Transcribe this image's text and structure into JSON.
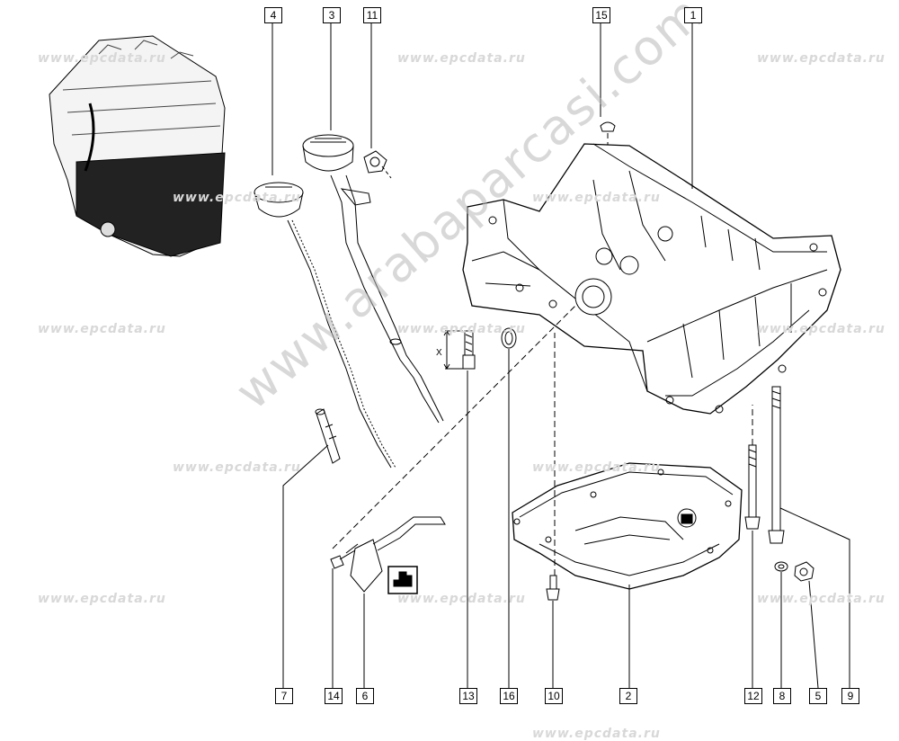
{
  "watermark_site": "www.epcdata.ru",
  "big_watermark": "www.arabaparcasi.com",
  "callouts": [
    "4",
    "3",
    "11",
    "15",
    "1",
    "7",
    "14",
    "6",
    "13",
    "16",
    "10",
    "2",
    "12",
    "8",
    "5",
    "9"
  ],
  "dimension_label": "X"
}
